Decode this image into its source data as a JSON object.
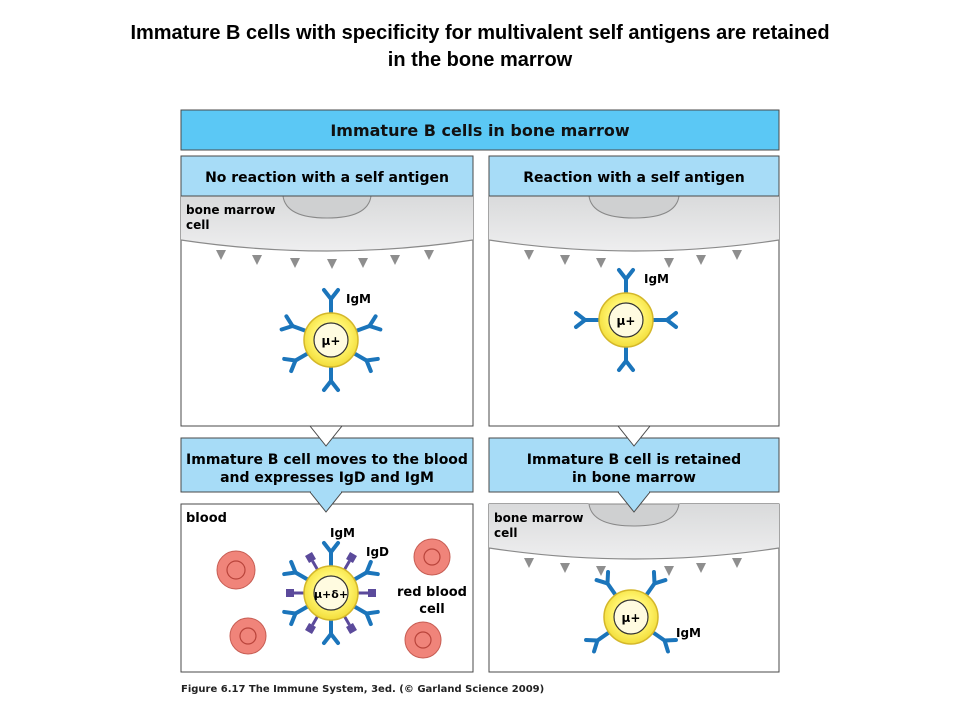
{
  "title": {
    "line1": "Immature B cells with specificity for multivalent self antigens are retained",
    "line2": "in the bone marrow"
  },
  "header": "Immature B cells in bone marrow",
  "left": {
    "top_header": "No reaction with a self antigen",
    "marrow_label_1": "bone marrow",
    "marrow_label_2": "cell",
    "igm_label": "IgM",
    "cell_label": "μ+",
    "mid_header_1": "Immature B cell moves to the blood",
    "mid_header_2": "and expresses IgD and IgM",
    "blood_label": "blood",
    "bottom_igm_label": "IgM",
    "igd_label": "IgD",
    "bottom_cell_label": "μ+δ+",
    "rbc_label_1": "red blood",
    "rbc_label_2": "cell"
  },
  "right": {
    "top_header": "Reaction with a self antigen",
    "igm_label": "IgM",
    "cell_label": "μ+",
    "mid_header_1": "Immature B cell is retained",
    "mid_header_2": "in bone marrow",
    "marrow_label_1": "bone marrow",
    "marrow_label_2": "cell",
    "bottom_igm_label": "IgM",
    "bottom_cell_label": "μ+"
  },
  "caption": "Figure 6.17  The Immune System, 3ed. (© Garland Science 2009)",
  "colors": {
    "header_blue": "#5bc8f5",
    "subheader_blue": "#a7dcf7",
    "marrow_gray": "#e6e7e8",
    "cell_yellow": "#fff36b",
    "antibody_blue": "#1b75bb",
    "igd_purple": "#5b4a9b",
    "rbc_red": "#f0847a"
  }
}
